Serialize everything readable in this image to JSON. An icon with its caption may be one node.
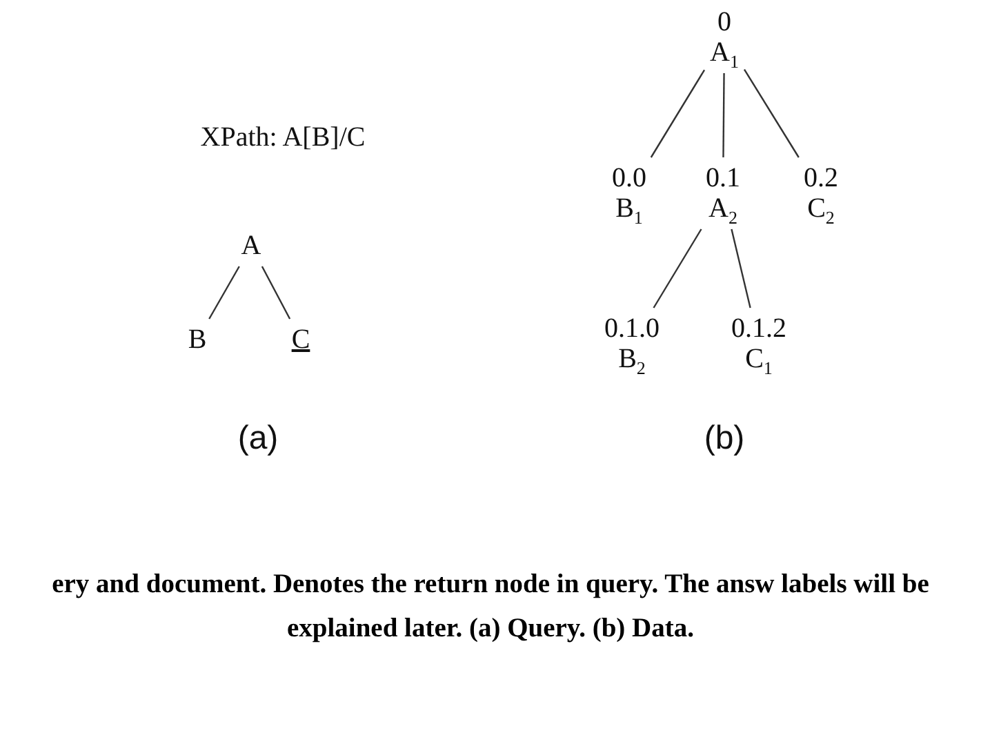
{
  "diagram": {
    "caption": "ery and document. Denotes the return node in query. The answ labels will be explained later. (a) Query. (b) Data.",
    "nodes": [
      {
        "text": [
          "A"
        ]
      },
      {
        "text": [
          "B"
        ]
      },
      {
        "text": [
          "C"
        ]
      },
      {
        "text": [
          "0",
          "A$_{1}$"
        ]
      },
      {
        "text": [
          "0.0",
          "B$_{1}$"
        ]
      },
      {
        "text": [
          "0.1",
          "A$_{2}$"
        ]
      },
      {
        "text": [
          "0.2",
          "C$_{2}$"
        ]
      },
      {
        "text": [
          "0.1.0",
          "B$_{2}$"
        ]
      },
      {
        "text": [
          "0.1.2",
          "C$_{1}$"
        ]
      }
    ],
    "edges": [
      {
        "from": 0,
        "to": 1,
        "arrow": "none"
      },
      {
        "from": 0,
        "to": 2,
        "arrow": "none"
      },
      {
        "from": 3,
        "to": 4,
        "arrow": "none"
      },
      {
        "from": 3,
        "to": 5,
        "arrow": "none"
      },
      {
        "from": 3,
        "to": 6,
        "arrow": "none"
      },
      {
        "from": 5,
        "to": 7,
        "arrow": "none"
      },
      {
        "from": 5,
        "to": 8,
        "arrow": "none"
      }
    ],
    "labels": [
      "XPath: A[B]/C",
      "(a)",
      "(b)"
    ]
  }
}
